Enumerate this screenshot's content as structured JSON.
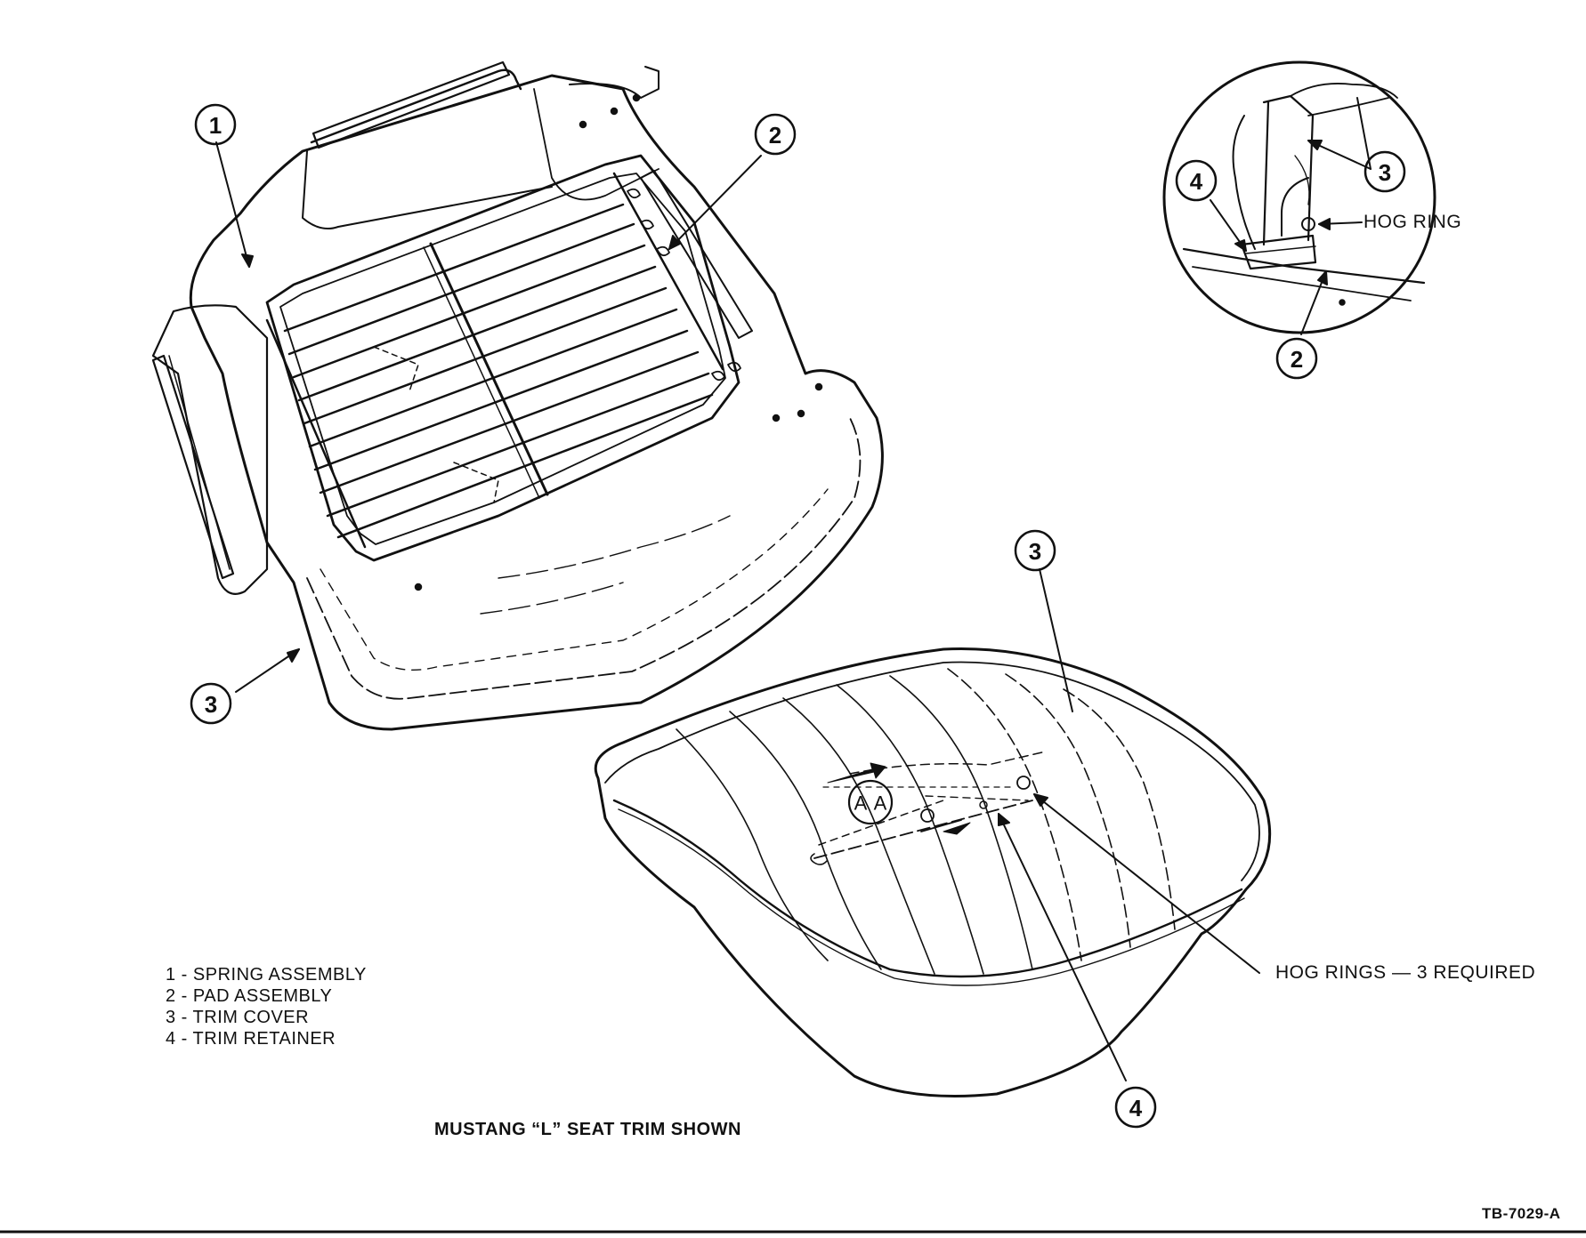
{
  "callouts": {
    "main_1": "1",
    "main_2": "2",
    "main_3_left": "3",
    "main_3_right": "3",
    "main_4": "4",
    "detail_2": "2",
    "detail_3": "3",
    "detail_4": "4"
  },
  "labels": {
    "hog_ring": "HOG RING",
    "hog_rings_required": "HOG RINGS — 3  REQUIRED",
    "view_marker": "A"
  },
  "legend": [
    "1 - SPRING ASSEMBLY",
    "2 - PAD ASSEMBLY",
    "3 - TRIM COVER",
    "4 - TRIM RETAINER"
  ],
  "caption": "MUSTANG “L” SEAT TRIM SHOWN",
  "figure_id": "TB-7029-A"
}
